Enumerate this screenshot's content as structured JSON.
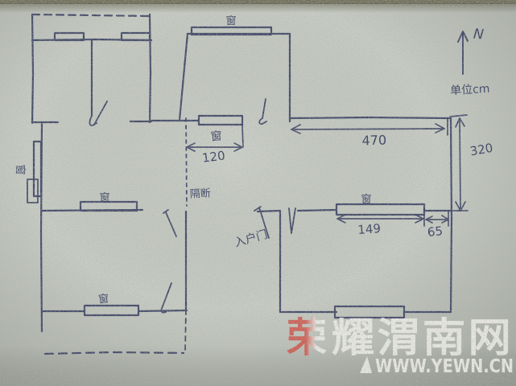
{
  "plan": {
    "north_label": "N",
    "unit_note": "单位cm",
    "labels": {
      "window": "窗",
      "partition": "隔断",
      "entrance": "入户门"
    },
    "dimensions": {
      "living_width": "470",
      "living_height": "320",
      "mid_window_width": "120",
      "right_window_width": "149",
      "right_window_offset": "65"
    }
  },
  "watermark": {
    "name_red_part": "荣",
    "name_white_part": "耀渭南网",
    "url": "WWW.YEWN.CN"
  },
  "colors": {
    "ink": "#343b5e",
    "paper": "#c7ccc4",
    "watermark_red": "#d14b40",
    "watermark_white": "#f2f1ec"
  }
}
